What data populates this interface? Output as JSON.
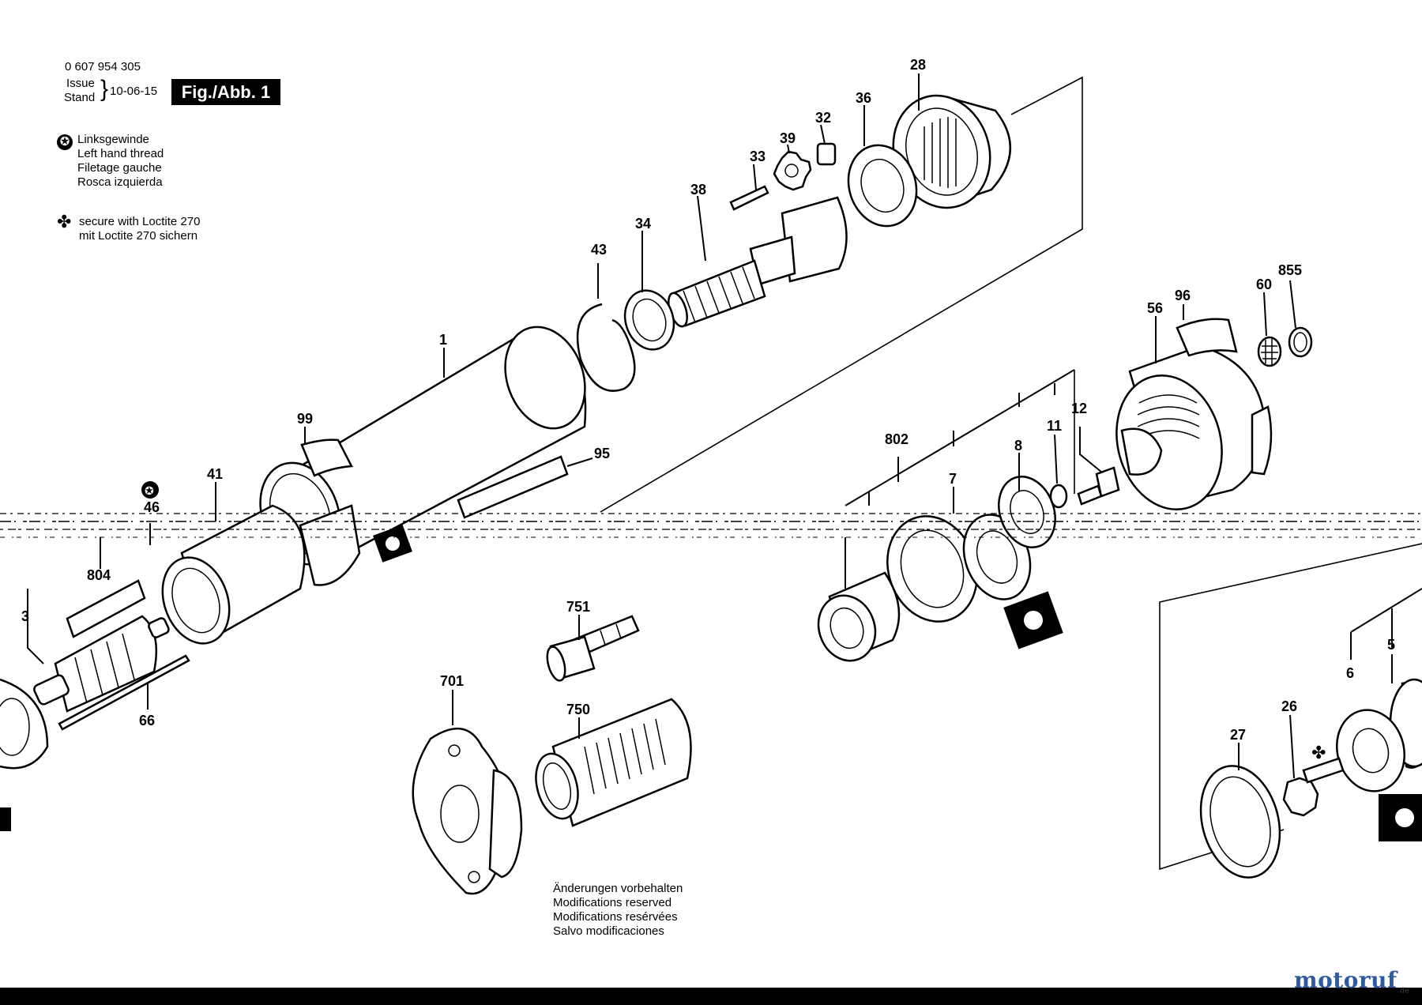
{
  "header": {
    "part_number": "0 607 954 305",
    "issue_label": "Issue",
    "stand_label": "Stand",
    "date": "10-06-15",
    "figure_label": "Fig./Abb. 1"
  },
  "legend": {
    "left_thread": [
      "Linksgewinde",
      "Left hand thread",
      "Filetage gauche",
      "Rosca izquierda"
    ],
    "loctite": [
      "secure with Loctite 270",
      "mit Loctite 270 sichern"
    ]
  },
  "note": [
    "Änderungen vorbehalten",
    "Modifications reserved",
    "Modifications resérvées",
    "Salvo modificaciones"
  ],
  "brand": {
    "name": "motoruf",
    "suffix": ".de"
  },
  "part_labels": [
    {
      "id": "28",
      "text": "28"
    },
    {
      "id": "36",
      "text": "36"
    },
    {
      "id": "32",
      "text": "32"
    },
    {
      "id": "39",
      "text": "39"
    },
    {
      "id": "33",
      "text": "33"
    },
    {
      "id": "38",
      "text": "38"
    },
    {
      "id": "34",
      "text": "34"
    },
    {
      "id": "43",
      "text": "43"
    },
    {
      "id": "1",
      "text": "1"
    },
    {
      "id": "99",
      "text": "99"
    },
    {
      "id": "95",
      "text": "95"
    },
    {
      "id": "41",
      "text": "41"
    },
    {
      "id": "46",
      "text": "46"
    },
    {
      "id": "804",
      "text": "804"
    },
    {
      "id": "3",
      "text": "3"
    },
    {
      "id": "66",
      "text": "66"
    },
    {
      "id": "751",
      "text": "751"
    },
    {
      "id": "701",
      "text": "701"
    },
    {
      "id": "750",
      "text": "750"
    },
    {
      "id": "802",
      "text": "802"
    },
    {
      "id": "7",
      "text": "7"
    },
    {
      "id": "8",
      "text": "8"
    },
    {
      "id": "11",
      "text": "11"
    },
    {
      "id": "12",
      "text": "12"
    },
    {
      "id": "56",
      "text": "56"
    },
    {
      "id": "96",
      "text": "96"
    },
    {
      "id": "60",
      "text": "60"
    },
    {
      "id": "855",
      "text": "855"
    },
    {
      "id": "5",
      "text": "5"
    },
    {
      "id": "6",
      "text": "6"
    },
    {
      "id": "26",
      "text": "26"
    },
    {
      "id": "27",
      "text": "27"
    }
  ]
}
